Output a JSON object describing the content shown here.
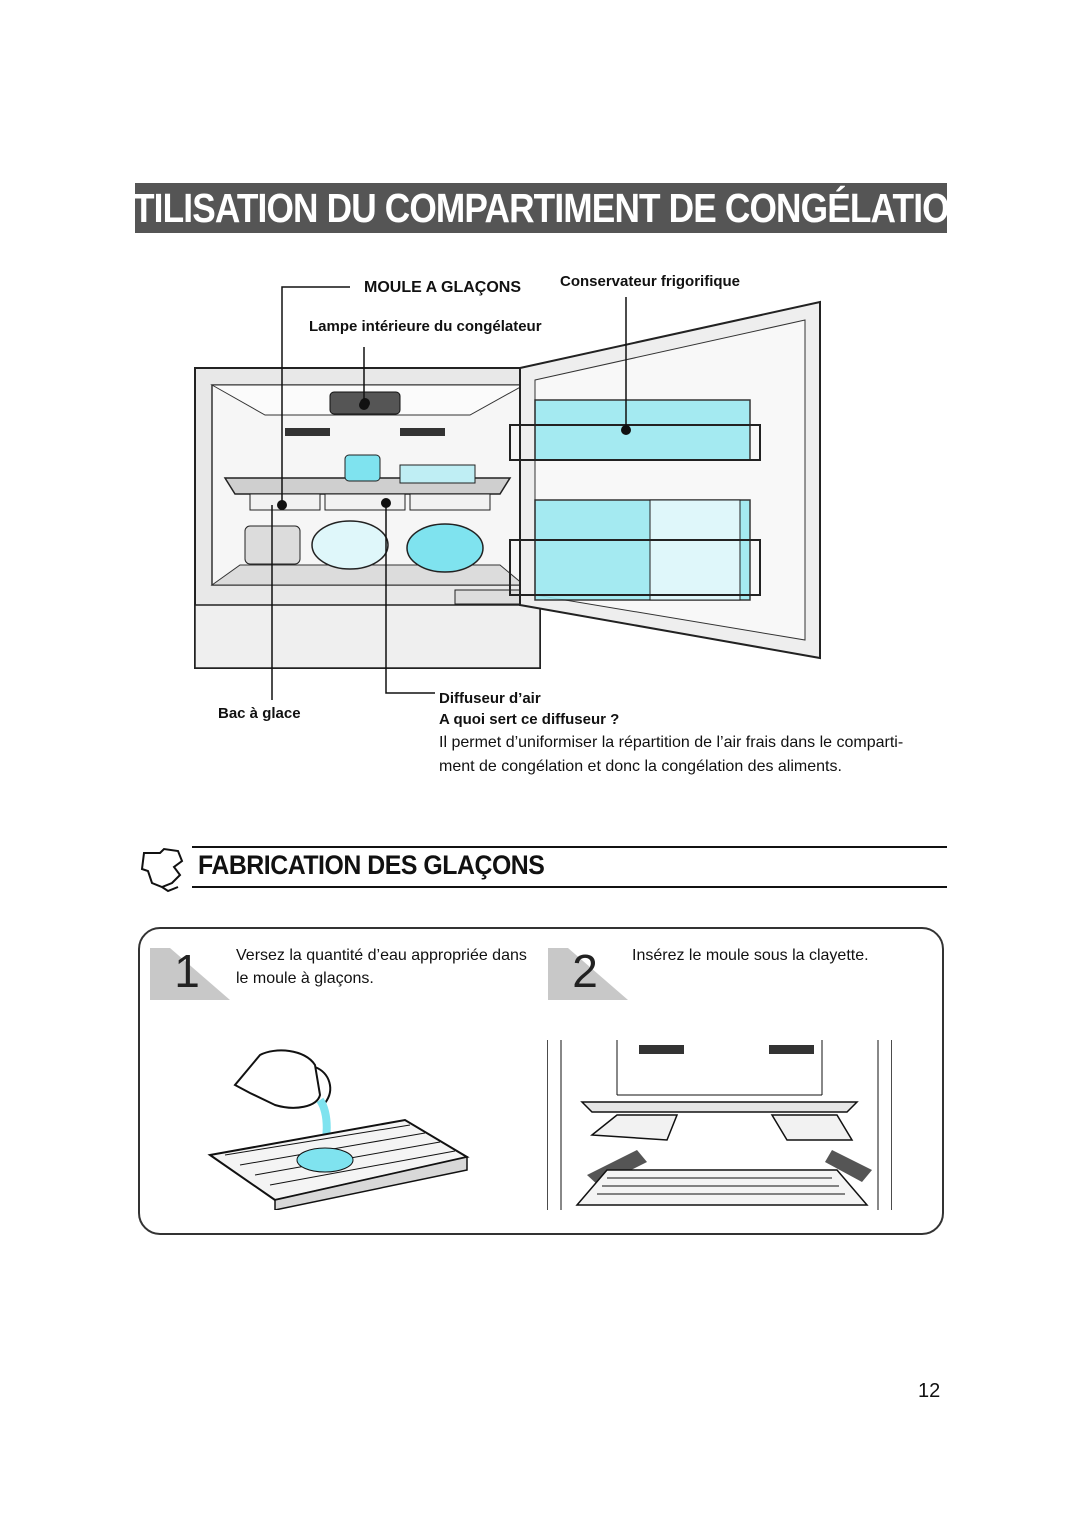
{
  "header": {
    "title": "Utilisation du compartiment de congélation"
  },
  "diagram": {
    "labels": {
      "ice_tray": "MOULE A GLAÇONS",
      "preserver": "Conservateur frigorifique",
      "lamp": "Lampe intérieure du congélateur",
      "ice_bin": "Bac à glace",
      "air_diffuser": "Diffuseur d’air",
      "diffuser_question": "A quoi sert ce diffuseur ?"
    },
    "description_lines": [
      "Il permet d’uniformiser la répartition de l’air frais dans le comparti-",
      "ment de congélation et donc la congélation des aliments."
    ]
  },
  "section": {
    "heading": "Fabrication des glaçons"
  },
  "steps": [
    {
      "number": "1",
      "lines": [
        "Versez la quantité d’eau appropriée dans",
        "le moule à glaçons."
      ]
    },
    {
      "number": "2",
      "lines": [
        "Insérez le moule sous la clayette."
      ]
    }
  ],
  "page_number": "12",
  "colors": {
    "title_bar": "#555555",
    "ice_blue": "#7fe3ef",
    "line_dark": "#111111"
  }
}
